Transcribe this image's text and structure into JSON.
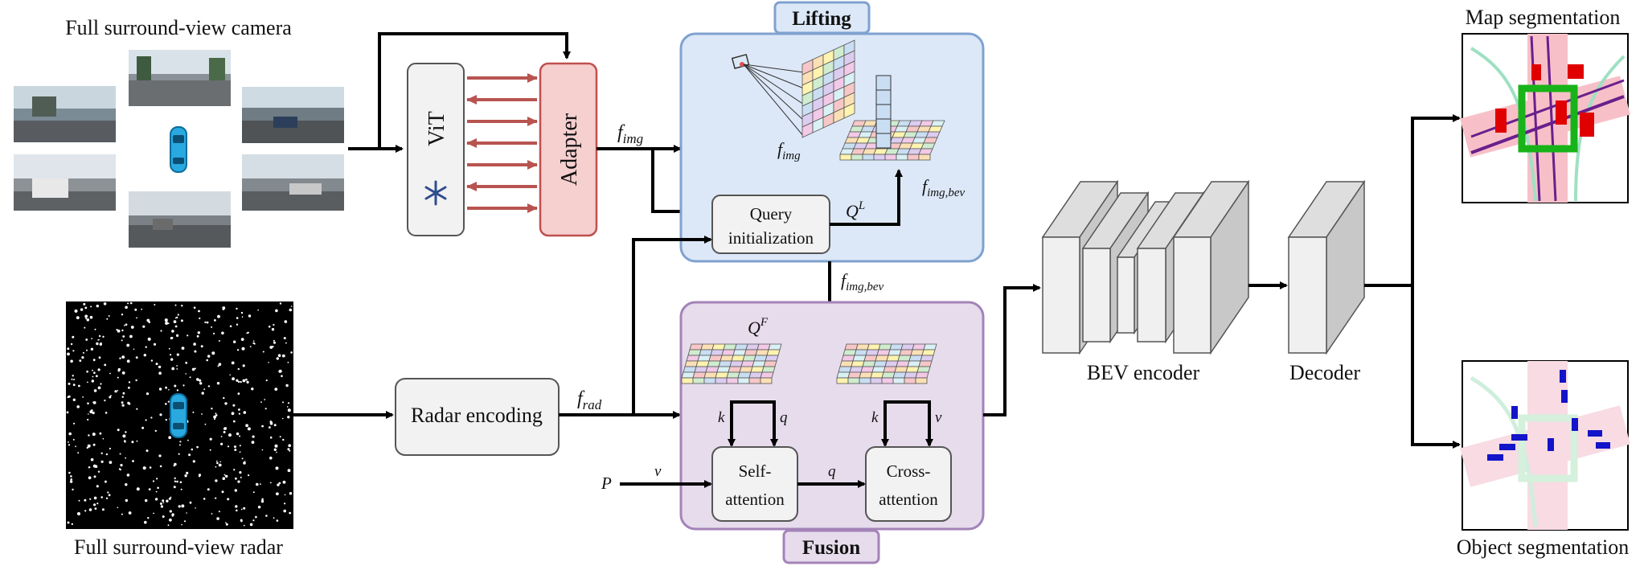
{
  "camera": {
    "title": "Full surround-view camera",
    "views": [
      "front-left",
      "front",
      "front-right",
      "back-left",
      "back",
      "back-right"
    ]
  },
  "radar": {
    "title": "Full surround-view radar"
  },
  "vit": {
    "label": "ViT",
    "frozen_icon": "snowflake-icon"
  },
  "adapter": {
    "label": "Adapter"
  },
  "lifting": {
    "title": "Lifting",
    "query_init_line1": "Query",
    "query_init_line2": "initialization",
    "f_img": "f",
    "f_img_sub": "img",
    "f_img_bev": "f",
    "f_img_bev_sub": "img,bev",
    "q_l": "Q",
    "q_l_sup": "L"
  },
  "edges": {
    "f_img": "f",
    "f_img_sub": "img",
    "f_img_bev": "f",
    "f_img_bev_sub": "img,bev",
    "f_rad": "f",
    "f_rad_sub": "rad",
    "p": "P",
    "v1": "v",
    "q": "q",
    "k1": "k",
    "q1": "q",
    "k2": "k",
    "v2": "v"
  },
  "radar_encoding": {
    "label": "Radar encoding"
  },
  "fusion": {
    "title": "Fusion",
    "q_f": "Q",
    "q_f_sup": "F",
    "self_attn_line1": "Self-",
    "self_attn_line2": "attention",
    "cross_attn_line1": "Cross-",
    "cross_attn_line2": "attention"
  },
  "bev_encoder": {
    "label": "BEV encoder"
  },
  "decoder": {
    "label": "Decoder"
  },
  "outputs": {
    "map_title": "Map segmentation",
    "object_title": "Object segmentation"
  },
  "colors": {
    "lifting_fill": "#dce8f7",
    "lifting_border": "#7fa2cf",
    "fusion_fill": "#e6dcec",
    "fusion_border": "#a483b8",
    "adapter_fill": "#f6cfcf",
    "adapter_border": "#c0504d",
    "adapter_arrows": "#b85450",
    "box_fill": "#f2f2f2",
    "box_border": "#555555"
  }
}
